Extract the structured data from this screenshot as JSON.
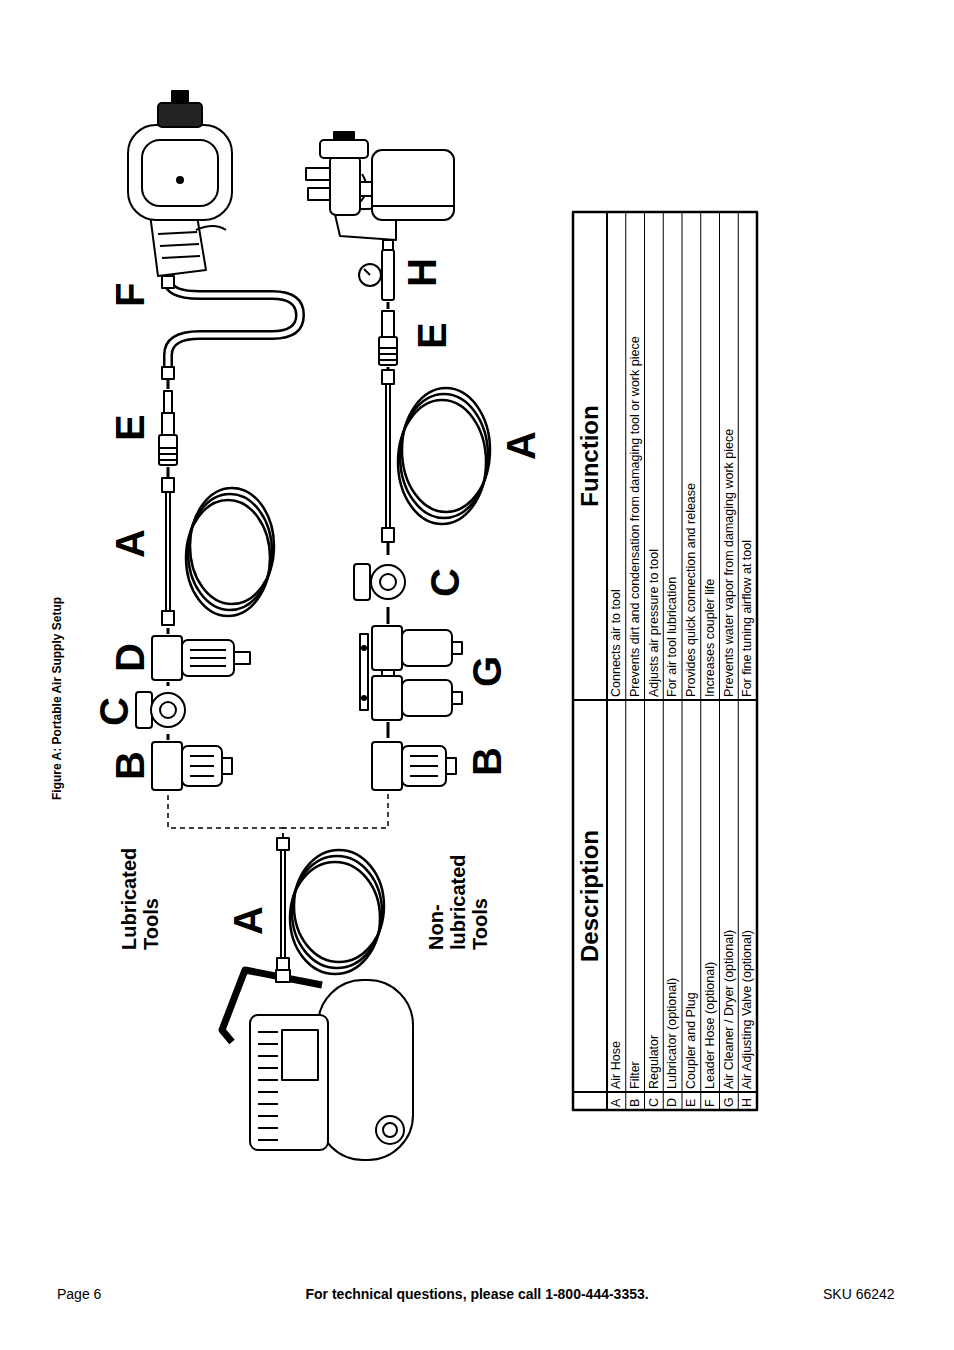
{
  "diagram": {
    "title": "Figure A: Portable Air Supply Setup",
    "nodes": [
      {
        "text": [
          "A"
        ]
      },
      {
        "text": [
          "B"
        ]
      },
      {
        "text": [
          "C"
        ]
      },
      {
        "text": [
          "D"
        ]
      },
      {
        "text": [
          "A"
        ]
      },
      {
        "text": [
          "E"
        ]
      },
      {
        "text": [
          "F"
        ]
      },
      {
        "text": [
          "B"
        ]
      },
      {
        "text": [
          "G"
        ]
      },
      {
        "text": [
          "C"
        ]
      },
      {
        "text": [
          "A"
        ]
      },
      {
        "text": [
          "E"
        ]
      },
      {
        "text": [
          "H"
        ]
      }
    ],
    "edges": [
      {
        "from": 0,
        "to": 1,
        "arrow": "none"
      },
      {
        "from": 0,
        "to": 7,
        "arrow": "none"
      },
      {
        "from": 1,
        "to": 2,
        "arrow": "none"
      },
      {
        "from": 2,
        "to": 3,
        "arrow": "none"
      },
      {
        "from": 3,
        "to": 4,
        "arrow": "none"
      },
      {
        "from": 4,
        "to": 5,
        "arrow": "none"
      },
      {
        "from": 5,
        "to": 6,
        "arrow": "none"
      },
      {
        "from": 7,
        "to": 8,
        "arrow": "none"
      },
      {
        "from": 8,
        "to": 9,
        "arrow": "none"
      },
      {
        "from": 9,
        "to": 10,
        "arrow": "none"
      },
      {
        "from": 10,
        "to": 11,
        "arrow": "none"
      },
      {
        "from": 11,
        "to": 12,
        "arrow": "none"
      }
    ],
    "labels": [
      "Lubricated Tools",
      "Non-lubricated Tools",
      "Description",
      "Function",
      "A",
      "Air Hose",
      "Connects air to tool",
      "B",
      "Filter",
      "Prevents dirt and condensation from damaging tool or work piece",
      "C",
      "Regulator",
      "Adjusts air pressure to tool",
      "D",
      "Lubricator (optional)",
      "For air tool lubrication",
      "E",
      "Coupler and Plug",
      "Provides quick connection and release",
      "F",
      "Leader Hose (optional)",
      "Increases coupler life",
      "G",
      "Air Cleaner / Dryer (optional)",
      "Prevents water vapor from damaging work piece",
      "H",
      "Air Adjusting Valve (optional)",
      "For fine tuning airflow at tool",
      "Page 6",
      "For technical questions, please call 1-800-444-3353.",
      "SKU 66242"
    ]
  }
}
